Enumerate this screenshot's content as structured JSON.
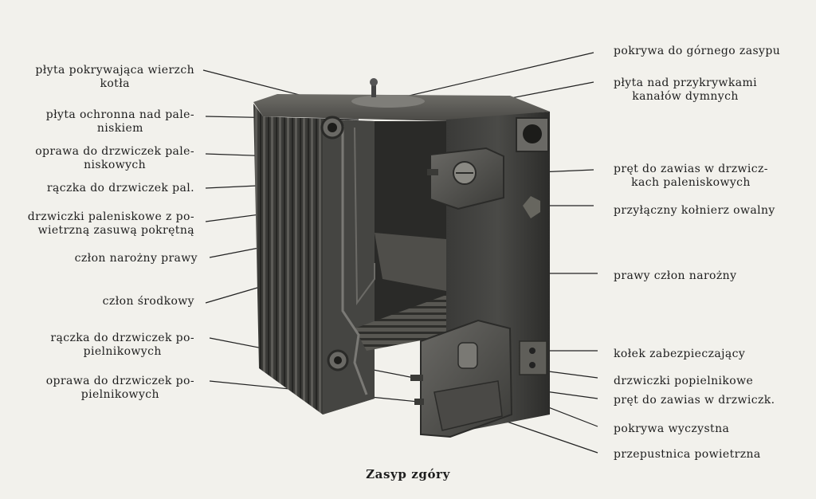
{
  "figure": {
    "caption": "Zasyp zgóry",
    "left_labels": [
      {
        "lines": [
          "płyta pokrywająca wierzch",
          "kotła"
        ]
      },
      {
        "lines": [
          "płyta ochronna nad pale-",
          "niskiem"
        ]
      },
      {
        "lines": [
          "oprawa do drzwiczek pale-",
          "niskowych"
        ]
      },
      {
        "lines": [
          "rączka do drzwiczek pal."
        ]
      },
      {
        "lines": [
          "drzwiczki paleniskowe z po-",
          "wietrzną zasuwą pokrętną"
        ]
      },
      {
        "lines": [
          "człon narożny prawy"
        ]
      },
      {
        "lines": [
          "człon środkowy"
        ]
      },
      {
        "lines": [
          "rączka do drzwiczek po-",
          "pielnikowych"
        ]
      },
      {
        "lines": [
          "oprawa do drzwiczek po-",
          "pielnikowych"
        ]
      }
    ],
    "right_labels": [
      {
        "lines": [
          "pokrywa do górnego zasypu"
        ]
      },
      {
        "lines": [
          "płyta nad przykrywkami",
          "kanałów dymnych"
        ]
      },
      {
        "lines": [
          "pręt do zawias w drzwicz-",
          "kach paleniskowych"
        ]
      },
      {
        "lines": [
          "przyłączny kołnierz owalny"
        ]
      },
      {
        "lines": [
          "prawy człon narożny"
        ]
      },
      {
        "lines": [
          "kołek zabezpieczający"
        ]
      },
      {
        "lines": [
          "drzwiczki popielnikowe"
        ]
      },
      {
        "lines": [
          "pręt do zawias w drzwiczk."
        ]
      },
      {
        "lines": [
          "pokrywa wyczystna"
        ]
      },
      {
        "lines": [
          "przepustnica powietrzna"
        ]
      }
    ]
  }
}
